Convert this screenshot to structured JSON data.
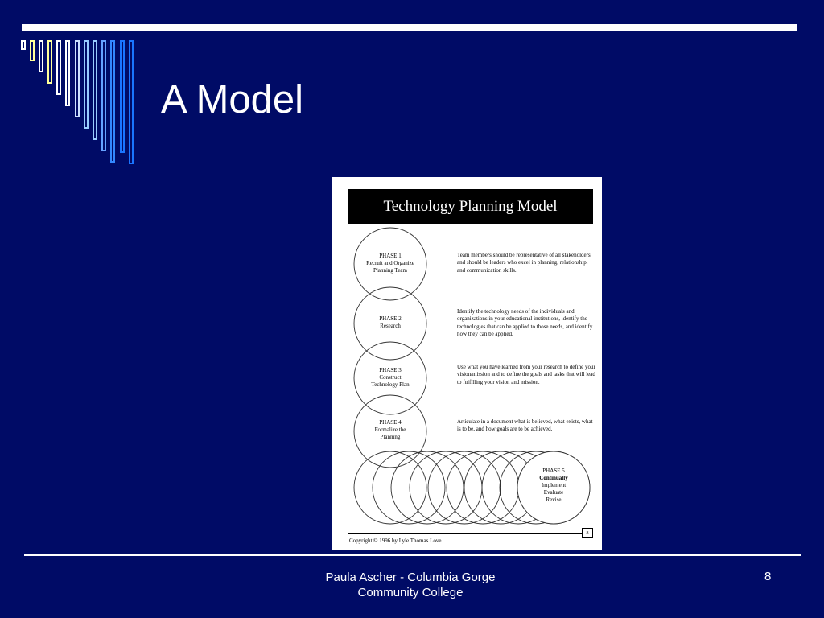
{
  "slide": {
    "title": "A Model",
    "footer": {
      "line1": "Paula Ascher - Columbia Gorge",
      "line2": "Community College",
      "page_number": "8"
    }
  },
  "document": {
    "header": "Technology Planning Model",
    "phases": [
      {
        "heading": "PHASE 1",
        "lines": [
          "Recruit and Organize",
          "Planning Team"
        ]
      },
      {
        "heading": "PHASE 2",
        "lines": [
          "Research"
        ]
      },
      {
        "heading": "PHASE 3",
        "lines": [
          "Construct",
          "Technology Plan"
        ]
      },
      {
        "heading": "PHASE 4",
        "lines": [
          "Formalize the",
          "Planning"
        ]
      },
      {
        "heading": "PHASE 5",
        "lines": [
          "Continually",
          "Implement",
          "Evaluate",
          "Revise"
        ]
      }
    ],
    "descriptions": [
      "Team members should be representative of all stakeholders and should be leaders who excel in planning, relationship, and communication skills.",
      "Identify the technology needs of the individuals and organizations in your educational institutions, identify the technologies that can be applied to those needs, and identify how they can be applied.",
      "Use what you have learned from your research to define your vision/mission and to define the goals and tasks that will lead to fulfilling your vision and mission.",
      "Articulate in a document what is believed, what exists, what is to be, and how goals are to be achieved."
    ],
    "copyright": "Copyright © 1996 by Lyle Thomas Love",
    "page": "8"
  },
  "colors": {
    "background": "#000b66",
    "accent_bars": [
      "#ffffff",
      "#ffff99",
      "#ffffff",
      "#ffff99",
      "#ffffff",
      "#ffffff",
      "#cce0ff",
      "#99ccff",
      "#66a3ff",
      "#3388ff",
      "#1a75ff"
    ]
  }
}
